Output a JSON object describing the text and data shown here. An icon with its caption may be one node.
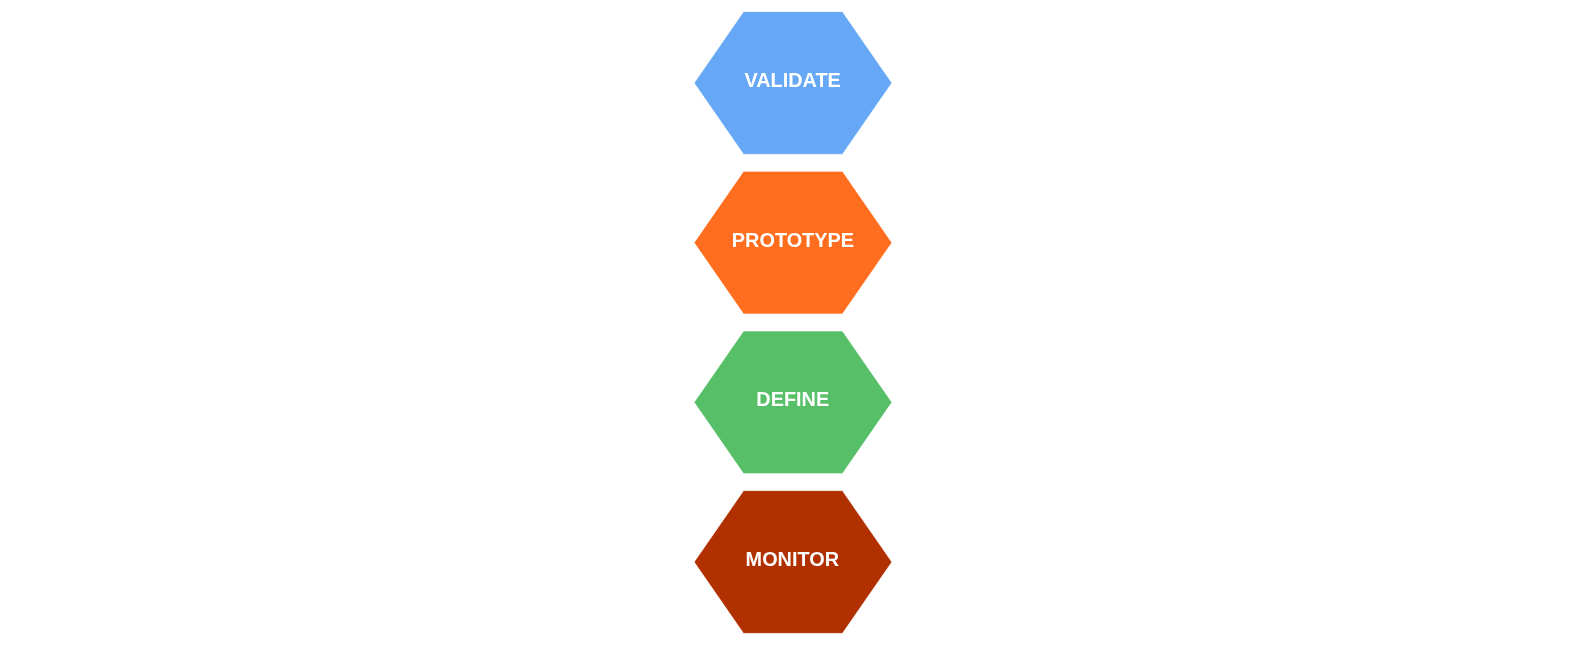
{
  "diagram": {
    "nodes": [
      {
        "text": [
          "MONITOR"
        ]
      },
      {
        "text": [
          "DEFINE"
        ]
      },
      {
        "text": [
          "PROTOTYPE"
        ]
      },
      {
        "text": [
          "VALIDATE"
        ]
      }
    ]
  }
}
